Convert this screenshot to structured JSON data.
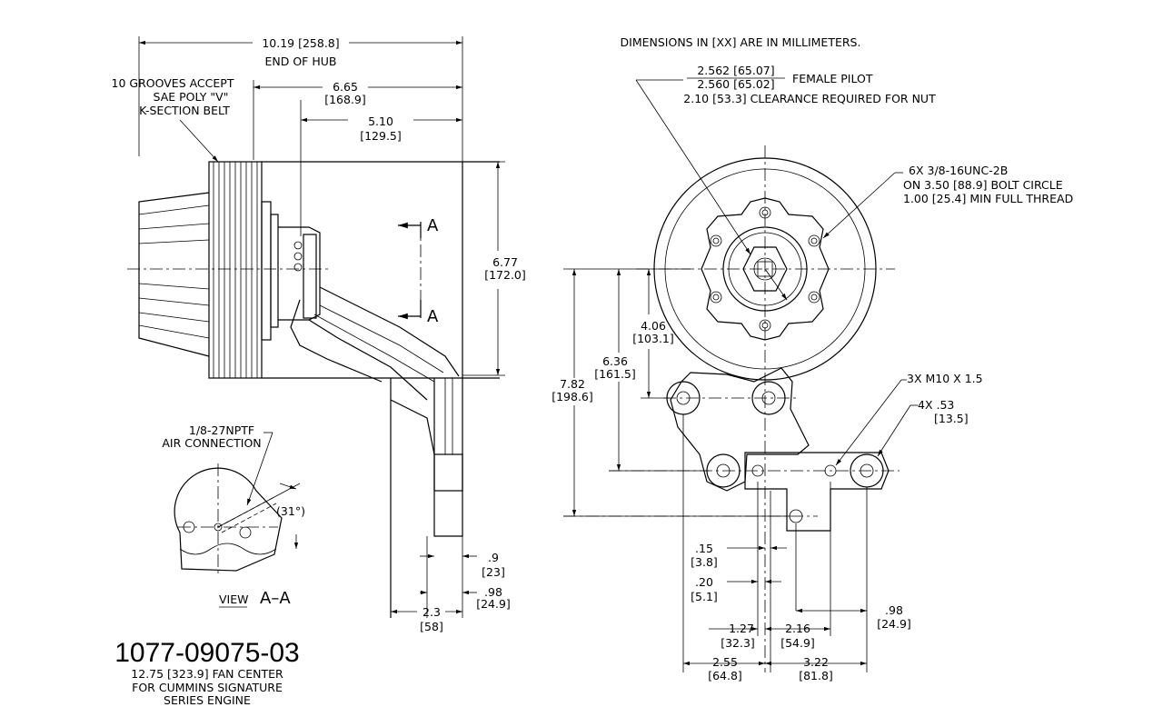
{
  "units_note": "DIMENSIONS IN [XX] ARE IN MILLIMETERS.",
  "part_number": "1077-09075-03",
  "description": [
    "12.75 [323.9] FAN CENTER",
    "FOR CUMMINS SIGNATURE",
    "SERIES ENGINE"
  ],
  "side_view": {
    "overall_length": "10.19 [258.8]",
    "overall_length_note": "END OF HUB",
    "belt_note": [
      "10 GROOVES ACCEPT",
      "SAE POLY \"V\"",
      "K-SECTION BELT"
    ],
    "dim_665": "6.65",
    "dim_665_mm": "[168.9]",
    "dim_510": "5.10",
    "dim_510_mm": "[129.5]",
    "dim_677": "6.77",
    "dim_677_mm": "[172.0]",
    "section_label_top": "A",
    "section_label_bottom": "A",
    "dim_9": ".9",
    "dim_9_mm": "[23]",
    "dim_98": ".98",
    "dim_98_mm": "[24.9]",
    "dim_23": "2.3",
    "dim_23_mm": "[58]"
  },
  "section_view": {
    "air_note": [
      "1/8-27NPTF",
      "AIR CONNECTION"
    ],
    "angle": "(31°)",
    "view_label": "VIEW",
    "view_name": "A–A"
  },
  "front_view": {
    "pilot_top": "2.562 [65.07]",
    "pilot_bottom": "2.560 [65.02]",
    "pilot_label": "FEMALE PILOT",
    "nut_clearance": "2.10 [53.3] CLEARANCE REQUIRED FOR NUT",
    "bolt_note": [
      "6X 3/8-16UNC-2B",
      "ON  3.50 [88.9] BOLT CIRCLE",
      "1.00 [25.4] MIN FULL THREAD"
    ],
    "m10_note": "3X M10 X 1.5",
    "hole_note": "4X .53",
    "hole_note_mm": "[13.5]",
    "dim_406": "4.06",
    "dim_406_mm": "[103.1]",
    "dim_636": "6.36",
    "dim_636_mm": "[161.5]",
    "dim_782": "7.82",
    "dim_782_mm": "[198.6]",
    "dim_15": ".15",
    "dim_15_mm": "[3.8]",
    "dim_20": ".20",
    "dim_20_mm": "[5.1]",
    "dim_98": ".98",
    "dim_98_mm": "[24.9]",
    "dim_127": "1.27",
    "dim_127_mm": "[32.3]",
    "dim_216": "2.16",
    "dim_216_mm": "[54.9]",
    "dim_255": "2.55",
    "dim_255_mm": "[64.8]",
    "dim_322": "3.22",
    "dim_322_mm": "[81.8]"
  }
}
